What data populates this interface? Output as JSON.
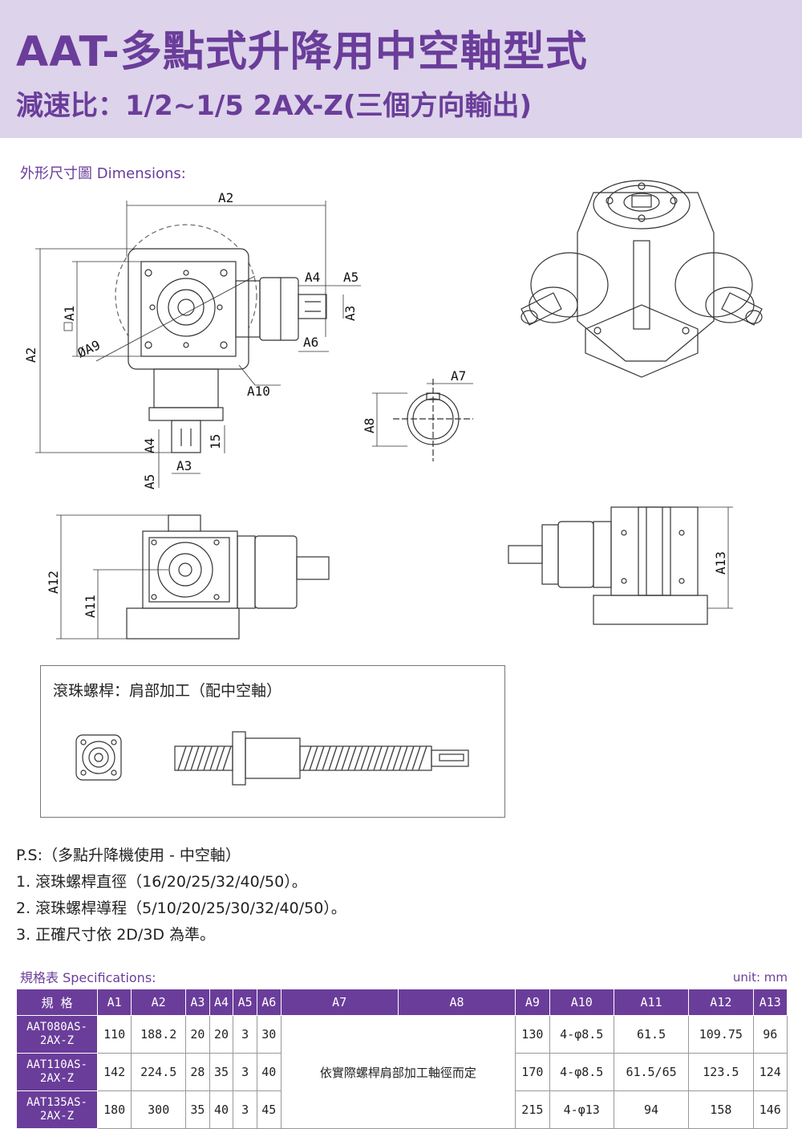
{
  "header": {
    "title": "AAT-多點式升降用中空軸型式",
    "subtitle": "減速比：1/2~1/5  2AX-Z(三個方向輸出)"
  },
  "dimensions_heading": "外形尺寸圖 Dimensions:",
  "dim_labels": {
    "a1": "A1",
    "a2_top": "A2",
    "a2_left": "A2",
    "a3": "A3",
    "a3_bottom": "A3",
    "a4": "A4",
    "a4_bottom": "A4",
    "a5": "A5",
    "a5_bottom": "A5",
    "a6": "A6",
    "a7": "A7",
    "a8": "A8",
    "a9": "ØA9",
    "a10": "A10",
    "a11": "A11",
    "a12": "A12",
    "a13": "A13",
    "fifteen": "15"
  },
  "ballscrew_box": {
    "title": "滾珠螺桿：肩部加工（配中空軸）"
  },
  "notes": [
    "P.S:（多點升降機使用 - 中空軸）",
    "1. 滾珠螺桿直徑（16/20/25/32/40/50）。",
    "2. 滾珠螺桿導程（5/10/20/25/30/32/40/50）。",
    "3. 正確尺寸依 2D/3D 為準。"
  ],
  "specs": {
    "heading": "規格表 Specifications:",
    "unit": "unit: mm",
    "columns": [
      "規 格",
      "A1",
      "A2",
      "A3",
      "A4",
      "A5",
      "A6",
      "A7",
      "A8",
      "A9",
      "A10",
      "A11",
      "A12",
      "A13"
    ],
    "merged_note": "依實際螺桿肩部加工軸徑而定",
    "rows": [
      {
        "model": "AAT080AS-2AX-Z",
        "a1": "110",
        "a2": "188.2",
        "a3": "20",
        "a4": "20",
        "a5": "3",
        "a6": "30",
        "a9": "130",
        "a10": "4-φ8.5",
        "a11": "61.5",
        "a12": "109.75",
        "a13": "96"
      },
      {
        "model": "AAT110AS-2AX-Z",
        "a1": "142",
        "a2": "224.5",
        "a3": "28",
        "a4": "35",
        "a5": "3",
        "a6": "40",
        "a9": "170",
        "a10": "4-φ8.5",
        "a11": "61.5/65",
        "a12": "123.5",
        "a13": "124"
      },
      {
        "model": "AAT135AS-2AX-Z",
        "a1": "180",
        "a2": "300",
        "a3": "35",
        "a4": "40",
        "a5": "3",
        "a6": "45",
        "a9": "215",
        "a10": "4-φ13",
        "a11": "94",
        "a12": "158",
        "a13": "146"
      }
    ]
  }
}
